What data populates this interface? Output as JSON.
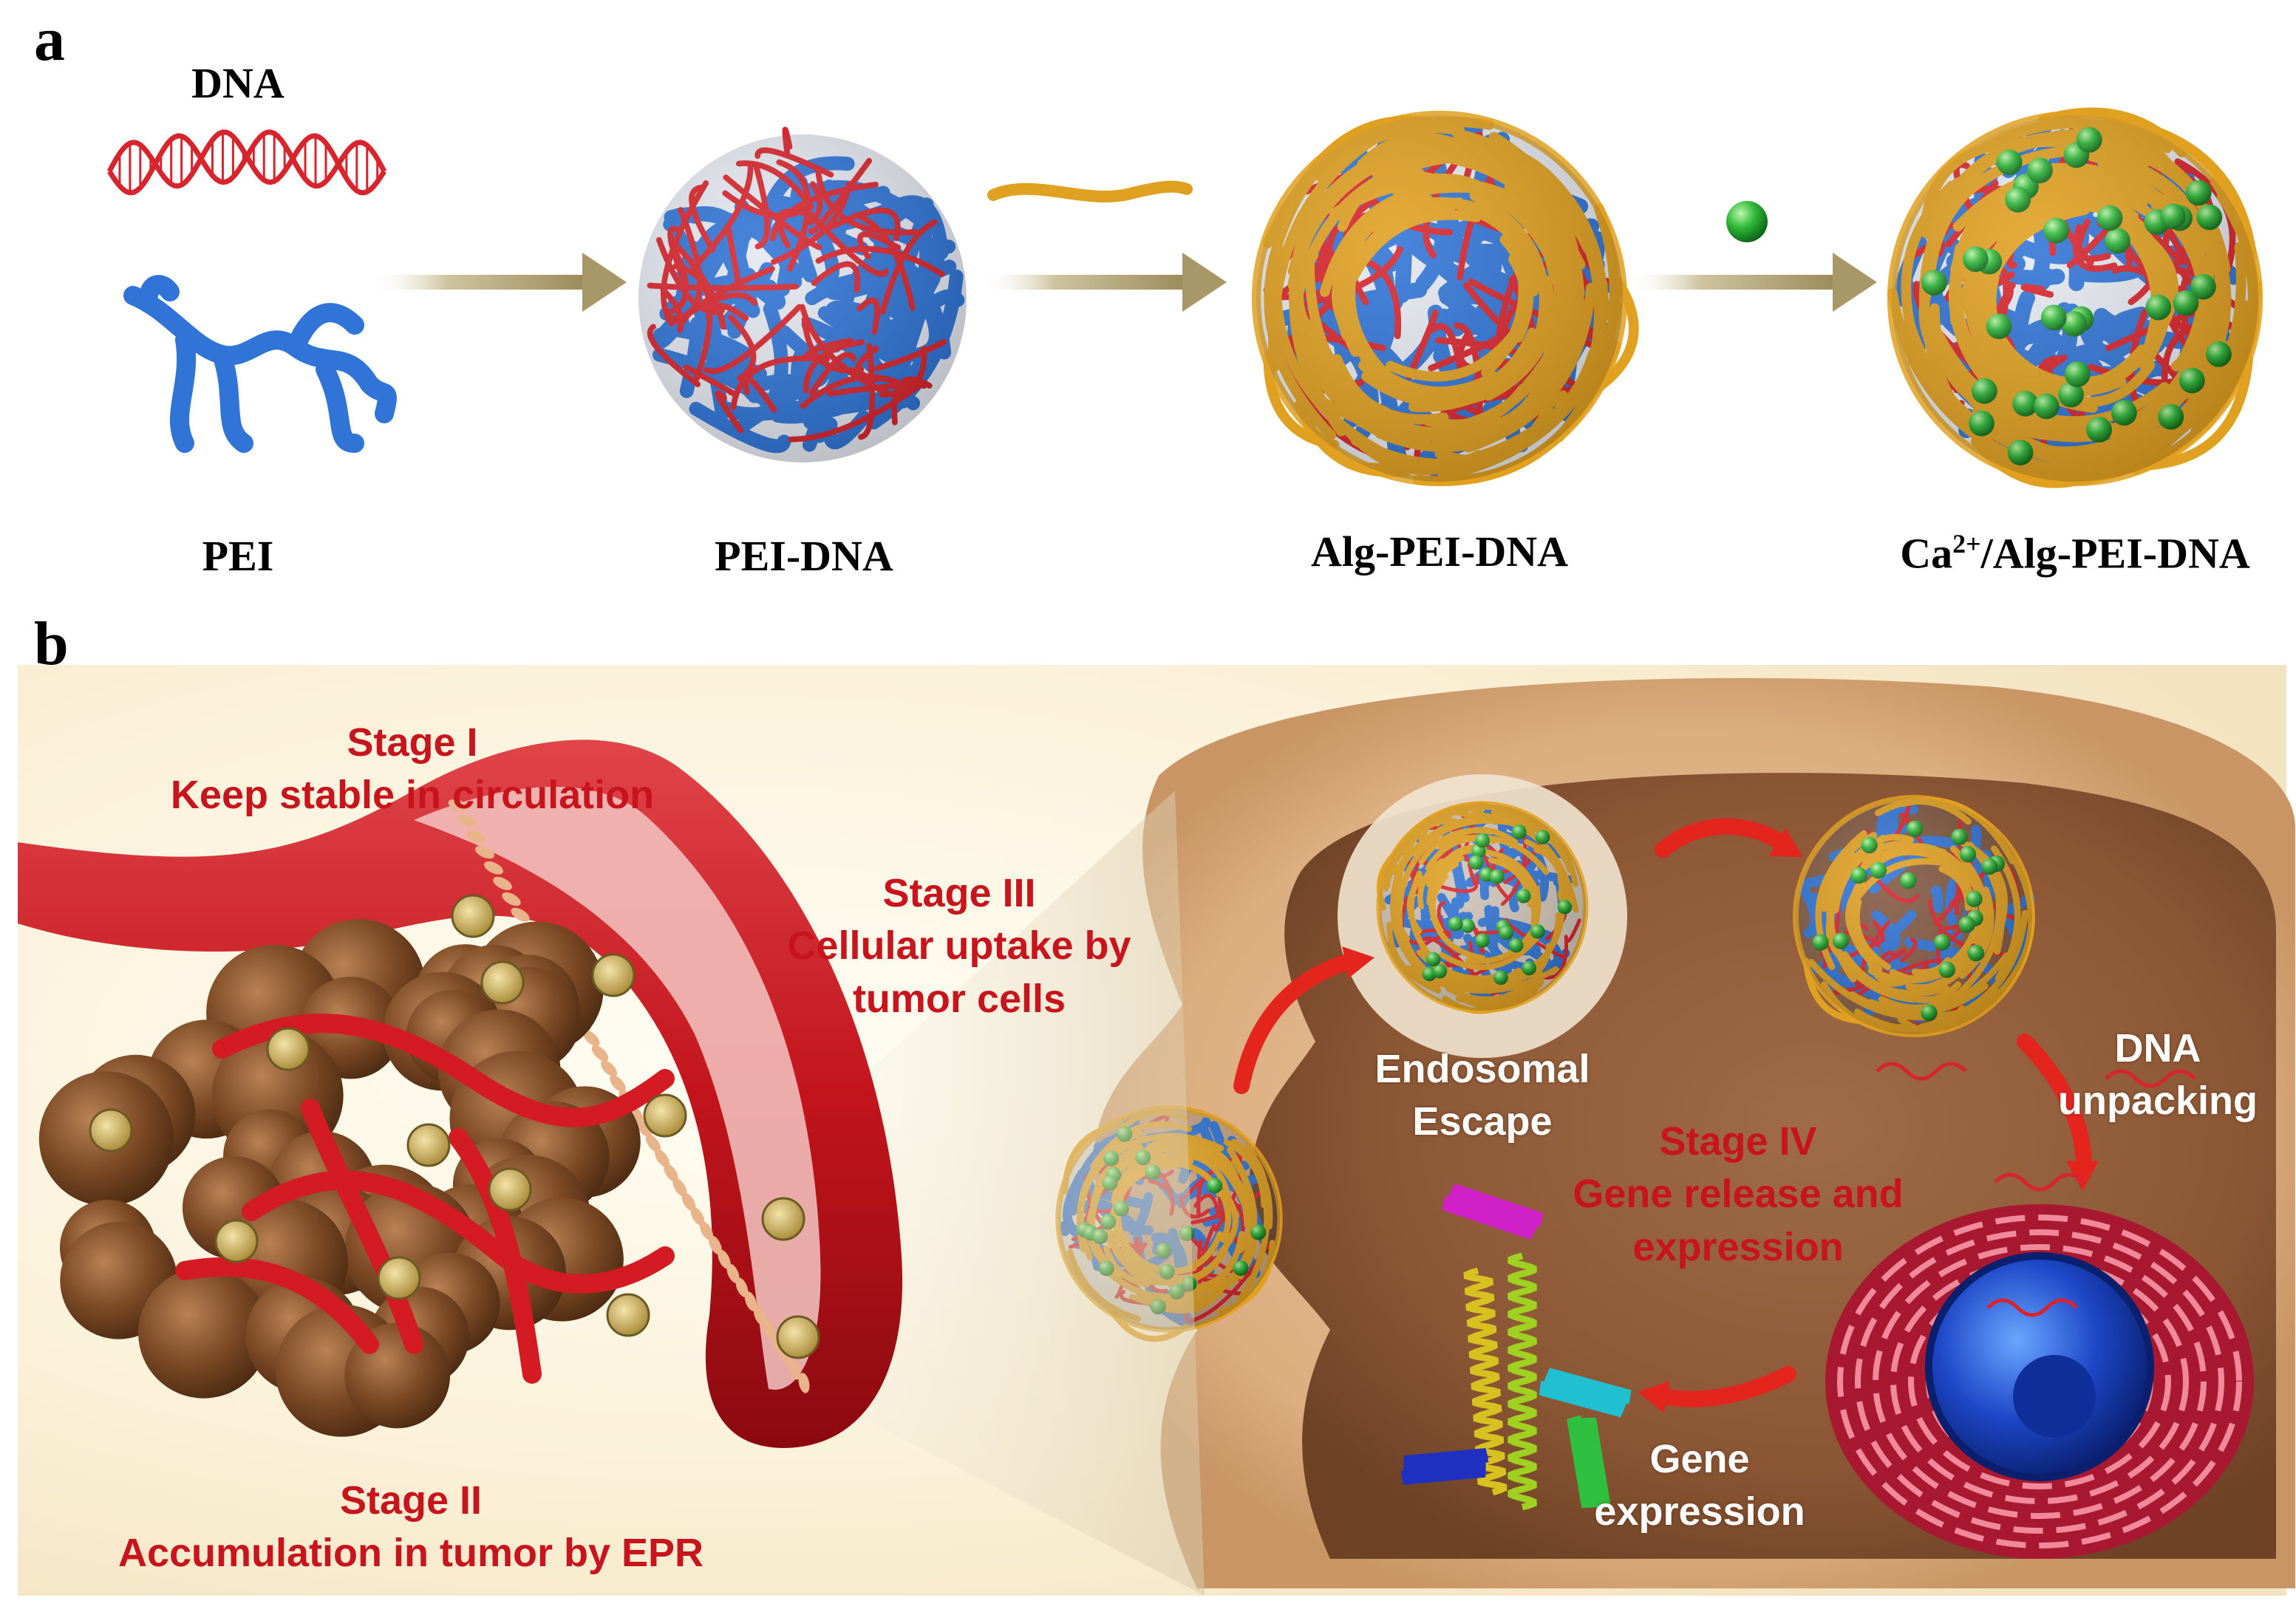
{
  "panels": {
    "a": {
      "letter": "a",
      "components": {
        "dna": "DNA",
        "pei": "PEI"
      },
      "labels": {
        "pei": "PEI",
        "pei_dna": "PEI-DNA",
        "alg_pei_dna": "Alg-PEI-DNA",
        "ca_prefix": "Ca",
        "ca_sup": "2+",
        "ca_suffix": "/Alg-PEI-DNA"
      }
    },
    "b": {
      "letter": "b",
      "stage1": {
        "title": "Stage I",
        "desc": "Keep stable in circulation"
      },
      "stage2": {
        "title": "Stage II",
        "desc": "Accumulation in tumor by EPR"
      },
      "stage3": {
        "title": "Stage III",
        "desc_line1": "Cellular uptake by",
        "desc_line2": "tumor cells"
      },
      "stage4": {
        "title": "Stage IV",
        "desc_line1": "Gene release and",
        "desc_line2": "expression"
      },
      "endosomal": {
        "line1": "Endosomal",
        "line2": "Escape"
      },
      "dna_unpacking": {
        "line1": "DNA",
        "line2": "unpacking"
      },
      "gene_expression": {
        "line1": "Gene",
        "line2": "expression"
      }
    }
  },
  "colors": {
    "dna_red": "#d8242c",
    "pei_blue": "#2f74d6",
    "alginate_gold": "#e0a020",
    "calcium_green": "#2fae3a",
    "arrow_tan": "#a89868",
    "stage_text": "#c8141c",
    "vessel_red": "#c81a22",
    "cell_brown": "#8a5a3a",
    "tumor_brown": "#7a4a28"
  }
}
